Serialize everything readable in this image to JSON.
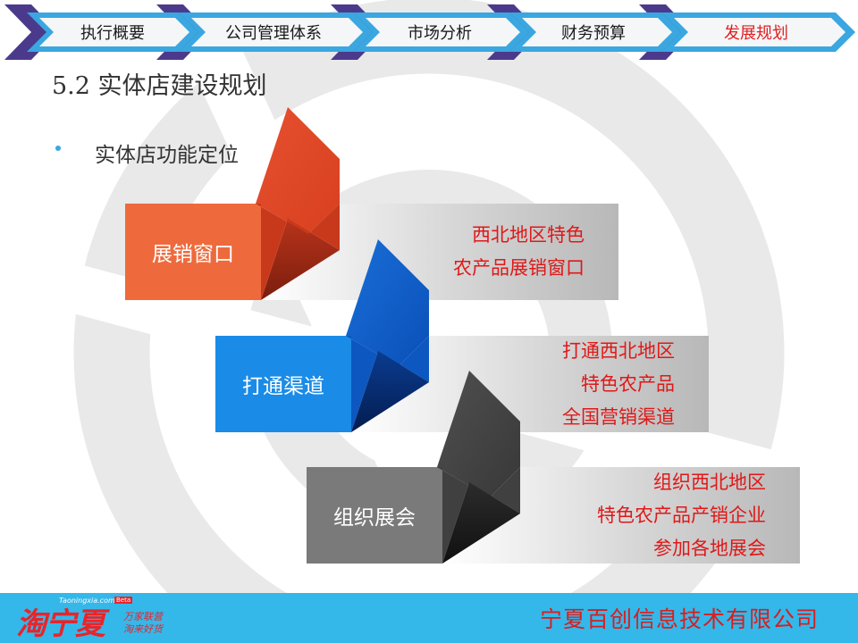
{
  "nav": {
    "items": [
      {
        "label": "执行概要",
        "active": false
      },
      {
        "label": "公司管理体系",
        "active": false
      },
      {
        "label": "市场分析",
        "active": false
      },
      {
        "label": "财务预算",
        "active": false
      },
      {
        "label": "发展规划",
        "active": true
      }
    ]
  },
  "slide": {
    "title": "5.2 实体店建设规划",
    "bullet": "实体店功能定位"
  },
  "steps": [
    {
      "label": "展销窗口",
      "color": "#ee6a3c",
      "lines": [
        "西北地区特色",
        "农产品展销窗口"
      ]
    },
    {
      "label": "打通渠道",
      "color": "#1a8be6",
      "lines": [
        "打通西北地区",
        "特色农产品",
        "全国营销渠道"
      ]
    },
    {
      "label": "组织展会",
      "color": "#7a7a7a",
      "lines": [
        "组织西北地区",
        "特色农产品产销企业",
        "参加各地展会"
      ]
    }
  ],
  "footer": {
    "logo": {
      "main": "淘宁夏",
      "domain": "Taoningxia.com",
      "beta": "Beta",
      "slogan_line1": "万家联营",
      "slogan_line2": "淘来好货"
    },
    "company": "宁夏百创信息技术有限公司"
  },
  "colors": {
    "nav_chevron": "#3aa7e0",
    "nav_chevron_dark": "#4b3a8c",
    "footer": "#34b8ea",
    "accent_red": "#e01818"
  }
}
